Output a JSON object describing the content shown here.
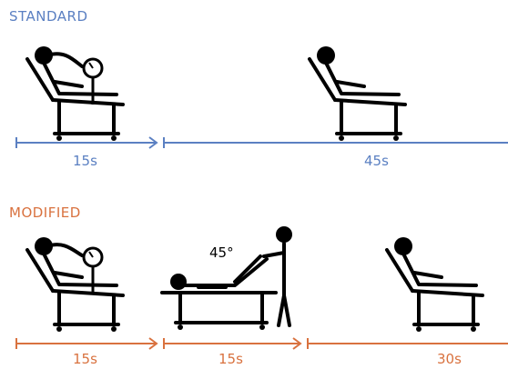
{
  "colors": {
    "standard": "#5b80c2",
    "modified": "#d9723f",
    "ink": "#000000"
  },
  "sections": {
    "standard": {
      "label": "STANDARD",
      "segments": [
        {
          "duration": "15s",
          "phase": "measurement"
        },
        {
          "duration": "45s",
          "phase": "rest"
        }
      ]
    },
    "modified": {
      "label": "MODIFIED",
      "segments": [
        {
          "duration": "15s",
          "phase": "measurement"
        },
        {
          "duration": "15s",
          "phase": "leg-raise"
        },
        {
          "duration": "30s",
          "phase": "rest"
        }
      ]
    }
  },
  "annotations": {
    "leg_angle": "45°"
  },
  "icons": [
    "patient-with-blood-pressure-gauge",
    "reclined-patient",
    "passive-leg-raise"
  ]
}
